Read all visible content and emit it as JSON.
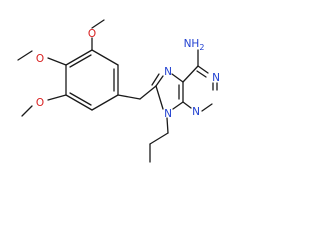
{
  "molecule": {
    "atom_labels": {
      "amine": "NH",
      "amine_sub": "2",
      "n1": "N",
      "n3": "N",
      "n7": "N",
      "n9": "N",
      "o_top": "O",
      "o_mid": "O",
      "o_low": "O"
    },
    "colors": {
      "nitrogen": "#1f3fd0",
      "oxygen": "#d81e1e",
      "bond": "#1a1a1a"
    }
  }
}
